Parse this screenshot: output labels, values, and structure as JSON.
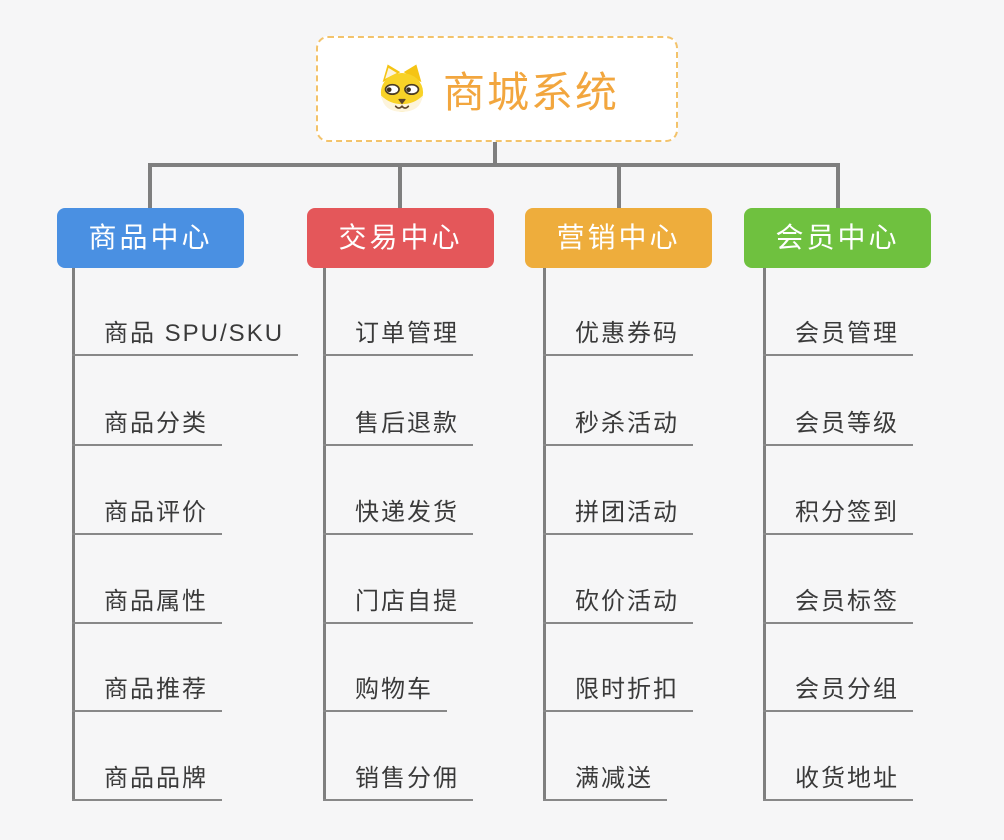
{
  "canvas": {
    "background": "#f6f6f7",
    "connector_color": "#7f7f7f"
  },
  "root": {
    "title": "商城系统",
    "title_color": "#f2a63e",
    "border_color": "#f3c36b",
    "icon": "dog-face-icon"
  },
  "branches": [
    {
      "id": "product-center",
      "label": "商品中心",
      "color": "#4a90e2",
      "items": [
        "商品 SPU/SKU",
        "商品分类",
        "商品评价",
        "商品属性",
        "商品推荐",
        "商品品牌"
      ]
    },
    {
      "id": "trade-center",
      "label": "交易中心",
      "color": "#e4575a",
      "items": [
        "订单管理",
        "售后退款",
        "快递发货",
        "门店自提",
        "购物车",
        "销售分佣"
      ]
    },
    {
      "id": "marketing-center",
      "label": "营销中心",
      "color": "#eead3c",
      "items": [
        "优惠券码",
        "秒杀活动",
        "拼团活动",
        "砍价活动",
        "限时折扣",
        "满减送"
      ]
    },
    {
      "id": "member-center",
      "label": "会员中心",
      "color": "#6fc13f",
      "items": [
        "会员管理",
        "会员等级",
        "积分签到",
        "会员标签",
        "会员分组",
        "收货地址"
      ]
    }
  ]
}
